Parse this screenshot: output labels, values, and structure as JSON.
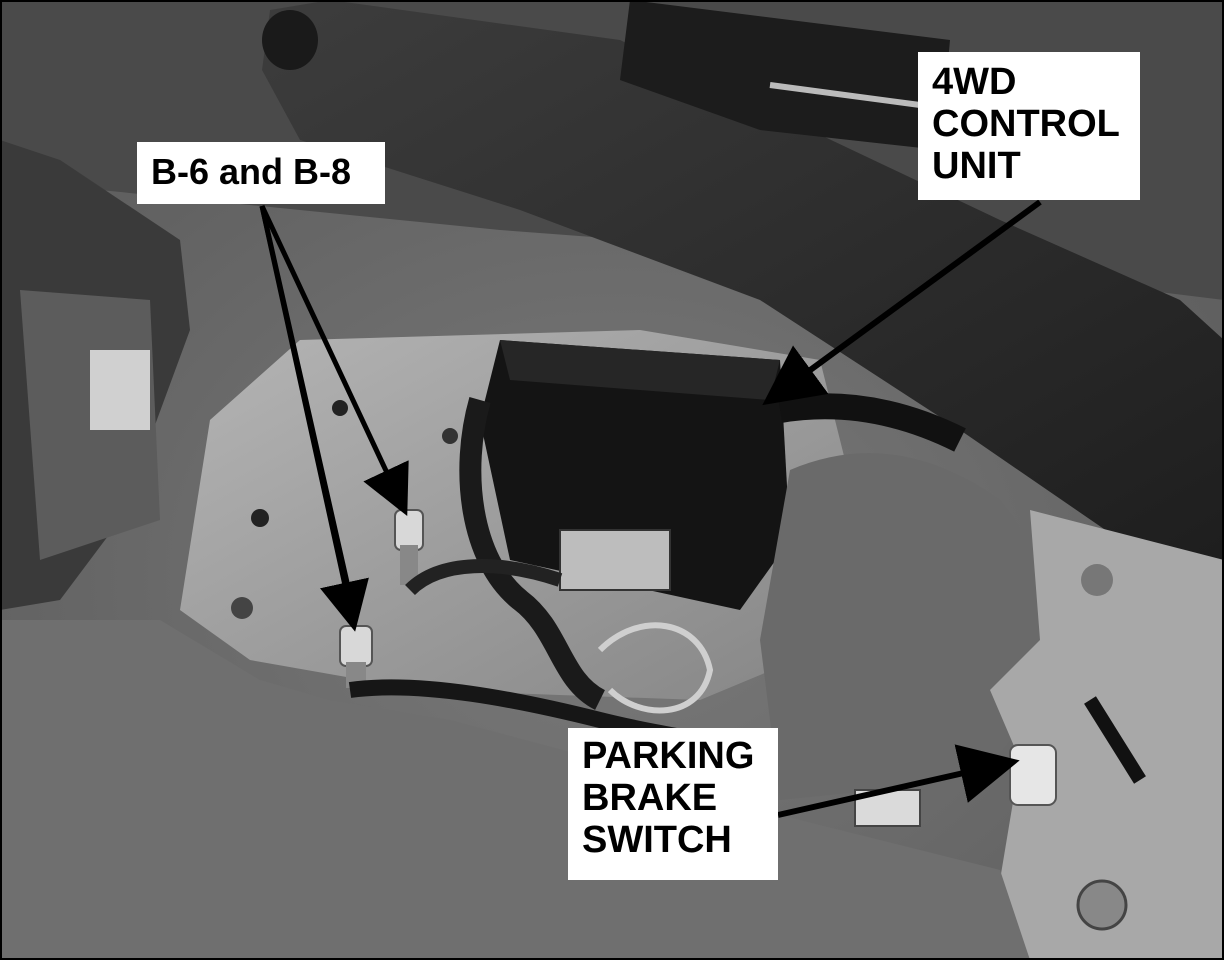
{
  "callouts": {
    "bolts": {
      "label": "B-6 and B-8"
    },
    "control_unit": {
      "lines": [
        "4WD",
        "CONTROL",
        "UNIT"
      ]
    },
    "parking_brake_switch": {
      "lines": [
        "PARKING",
        "BRAKE",
        "SWITCH"
      ]
    }
  },
  "colors": {
    "carpet": "#6b6b6b",
    "panel": "#9a9a9a",
    "lever": "#2f2f2f",
    "control_unit": "#141414",
    "bracket": "#a8a8a8",
    "label_bg": "#ffffff",
    "label_text": "#000000",
    "arrow": "#000000"
  }
}
